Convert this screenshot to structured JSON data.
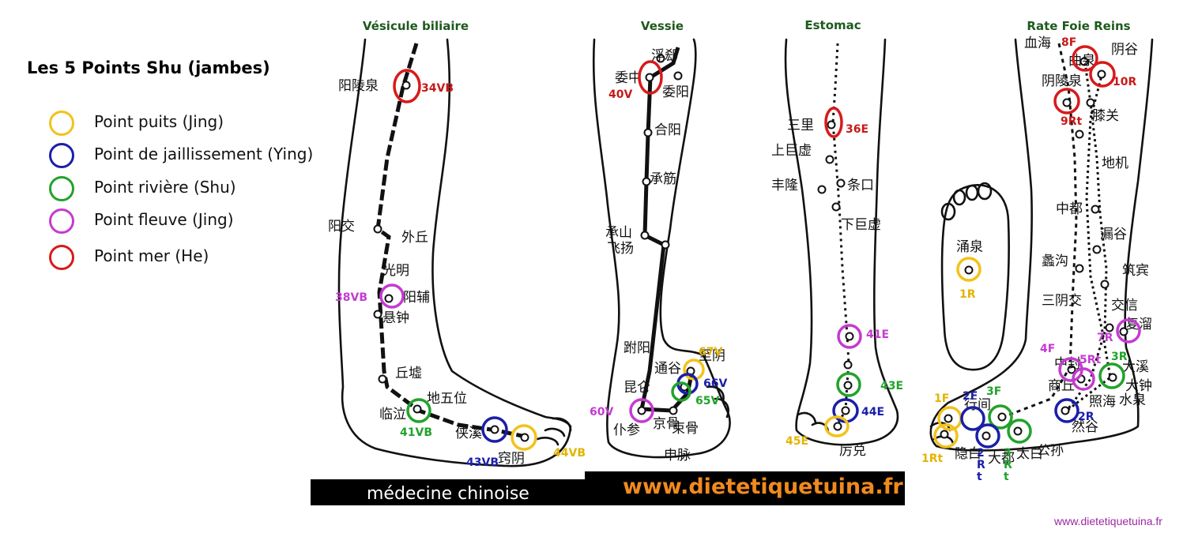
{
  "legend": {
    "title": "Les 5 Points Shu (jambes)",
    "items": [
      {
        "label": "Point puits (Jing)",
        "color": "#f2c21b"
      },
      {
        "label": "Point de jaillissement (Ying)",
        "color": "#1a1fa8"
      },
      {
        "label": "Point rivière (Shu)",
        "color": "#22a22c"
      },
      {
        "label": "Point fleuve (Jing)",
        "color": "#c43bd0"
      },
      {
        "label": "Point mer (He)",
        "color": "#d81a1a"
      }
    ]
  },
  "panels": [
    {
      "title": "Vésicule biliaire",
      "chars": [
        "阳陵泉",
        "阳交",
        "外丘",
        "光明",
        "阳辅",
        "悬钟",
        "丘墟",
        "临泣",
        "地五位",
        "侠溪",
        "窍阴"
      ],
      "points": [
        {
          "label": "34VB",
          "type": "he"
        },
        {
          "label": "38VB",
          "type": "jing_river"
        },
        {
          "label": "41VB",
          "type": "shu"
        },
        {
          "label": "43VB",
          "type": "ying"
        },
        {
          "label": "44VB",
          "type": "jing"
        }
      ]
    },
    {
      "title": "Vessie",
      "chars": [
        "浮郄",
        "委中",
        "委阳",
        "合阳",
        "承筋",
        "承山",
        "飞扬",
        "跗阳",
        "昆仑",
        "仆参",
        "申脉",
        "通谷",
        "至阴",
        "京骨",
        "束骨"
      ],
      "points": [
        {
          "label": "40V",
          "type": "he"
        },
        {
          "label": "67V",
          "type": "jing"
        },
        {
          "label": "66V",
          "type": "ying"
        },
        {
          "label": "65V",
          "type": "shu"
        },
        {
          "label": "60V",
          "type": "jing_river"
        }
      ]
    },
    {
      "title": "Estomac",
      "chars": [
        "三里",
        "上巨虚",
        "丰隆",
        "条口",
        "下巨虚",
        "厉兑"
      ],
      "points": [
        {
          "label": "36E",
          "type": "he"
        },
        {
          "label": "41E",
          "type": "jing_river"
        },
        {
          "label": "43E",
          "type": "shu"
        },
        {
          "label": "44E",
          "type": "ying"
        },
        {
          "label": "45E",
          "type": "jing"
        }
      ]
    },
    {
      "title": "Rate Foie Reins",
      "chars": [
        "血海",
        "曲泉",
        "阴谷",
        "阴陵泉",
        "膝关",
        "地机",
        "中都",
        "漏谷",
        "蠡沟",
        "筑宾",
        "三阴交",
        "交信",
        "复溜",
        "涌泉",
        "中封",
        "商丘",
        "照海",
        "大溪",
        "大钟",
        "水泉",
        "然谷",
        "隐白",
        "大都",
        "太白",
        "公孙",
        "行间"
      ],
      "points": [
        {
          "label": "8F",
          "type": "he"
        },
        {
          "label": "10R",
          "type": "he"
        },
        {
          "label": "9Rt",
          "type": "he"
        },
        {
          "label": "1R",
          "type": "jing"
        },
        {
          "label": "7R",
          "type": "jing_river"
        },
        {
          "label": "4F",
          "type": "jing_river"
        },
        {
          "label": "5Rt",
          "type": "jing_river"
        },
        {
          "label": "3R",
          "type": "shu"
        },
        {
          "label": "1F",
          "type": "jing"
        },
        {
          "label": "2F",
          "type": "ying"
        },
        {
          "label": "3F",
          "type": "shu"
        },
        {
          "label": "2R",
          "type": "ying"
        },
        {
          "label": "1Rt",
          "type": "jing"
        },
        {
          "label": "2Rt",
          "type": "ying"
        },
        {
          "label": "3Rt",
          "type": "shu"
        }
      ]
    }
  ],
  "footer": {
    "left_text": "médecine chinoise",
    "url": "www.dietetiquetuina.fr",
    "url_color": "#f08a1e"
  },
  "watermark": "www.dietetiquetuina.fr",
  "colors": {
    "title_green": "#1e5a1e",
    "line": "#111111"
  }
}
